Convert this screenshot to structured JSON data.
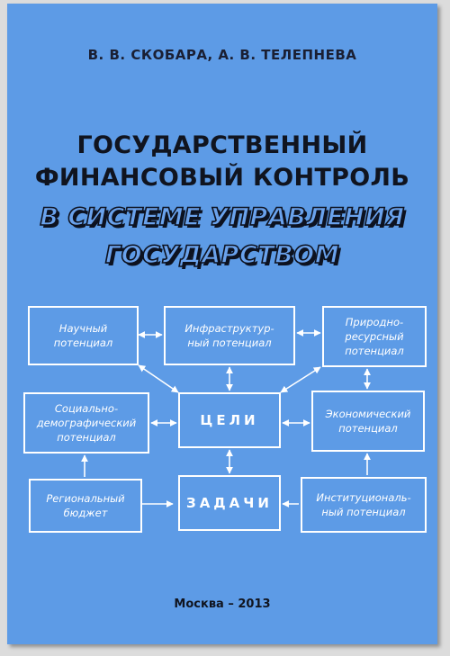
{
  "authors": "В. В. СКОБАРА, А. В. ТЕЛЕПНЕВА",
  "title": {
    "line1": "ГОСУДАРСТВЕННЫЙ",
    "line2": "ФИНАНСОВЫЙ КОНТРОЛЬ",
    "line3": "В СИСТЕМЕ УПРАВЛЕНИЯ",
    "line4": "ГОСУДАРСТВОМ"
  },
  "diagram": {
    "scientific": "Научный\nпотенциал",
    "infrastructure": "Инфраструктур-\nный потенциал",
    "natural": "Природно-\nресурсный\nпотенциал",
    "social": "Социально-\nдемографический\nпотенциал",
    "goals": "ЦЕЛИ",
    "economic": "Экономический\nпотенциал",
    "regional": "Региональный\nбюджет",
    "tasks": "ЗАДАЧИ",
    "institutional": "Институциональ-\nный потенциал"
  },
  "colors": {
    "cover": "#5d9be6",
    "boxes": "#ffffff",
    "text": "#10141f"
  },
  "imprint": "Москва – 2013"
}
